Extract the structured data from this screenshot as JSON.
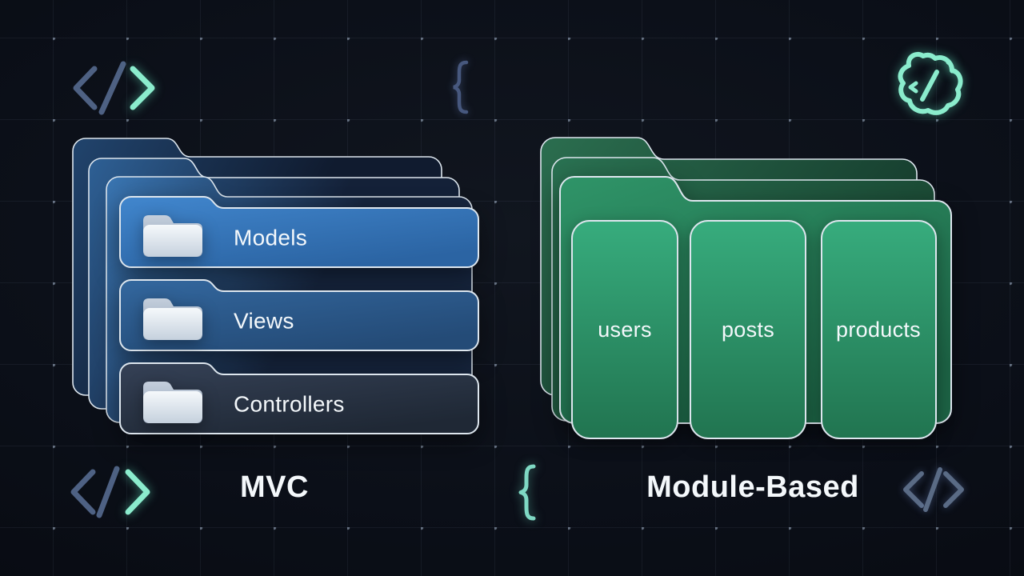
{
  "left": {
    "title": "MVC",
    "rows": [
      {
        "label": "Models"
      },
      {
        "label": "Views"
      },
      {
        "label": "Controllers"
      }
    ]
  },
  "right": {
    "title": "Module-Based",
    "modules": [
      {
        "label": "users"
      },
      {
        "label": "posts"
      },
      {
        "label": "products"
      }
    ]
  },
  "icons": {
    "top_left_code": "</>",
    "top_center_brace": "{",
    "top_right_sticker": "code-sticker",
    "bottom_left_code": "</>",
    "bottom_center_brace": "{",
    "bottom_right_code": "</>"
  },
  "colors": {
    "bg_center": "#11161f",
    "bg_mid": "#0b0f18",
    "bg_edge": "#080b12",
    "grid_line": "#96A8C614",
    "grid_dot": "#BCCEE67d",
    "stroke_light": "#dde6ee",
    "text": "#f4f8fb",
    "slate_icon": "#4e6183",
    "slate_icon_dim": "#5a6b85",
    "mint_icon": "#8beccd",
    "teal_brace": "#7fd9c4",
    "brace_slate": "#47587e",
    "blue_l1_a": "#21446d",
    "blue_l1_b": "#101b2f",
    "blue_l2_a": "#2e6095",
    "blue_l2_b": "#142138",
    "blue_l3_a": "#3a76b3",
    "blue_l3_b": "#17263f",
    "models_a": "#4186cd",
    "models_b": "#2b64a3",
    "views_a": "#33679e",
    "views_b": "#244b77",
    "controllers_a": "#354156",
    "controllers_b": "#1f2835",
    "green_back_a": "#2b6e4f",
    "green_back_b": "#173f2f",
    "green_mid_a": "#2a7252",
    "green_mid_b": "#1b4a35",
    "green_front_a": "#2f9468",
    "green_front_b": "#1c6244",
    "card_a": "#37ac7d",
    "card_b": "#217450",
    "icon_back_a": "#c3cedc",
    "icon_back_b": "#93a2b5",
    "icon_front_a": "#f5f8fb",
    "icon_front_b": "#c5d0dd"
  }
}
